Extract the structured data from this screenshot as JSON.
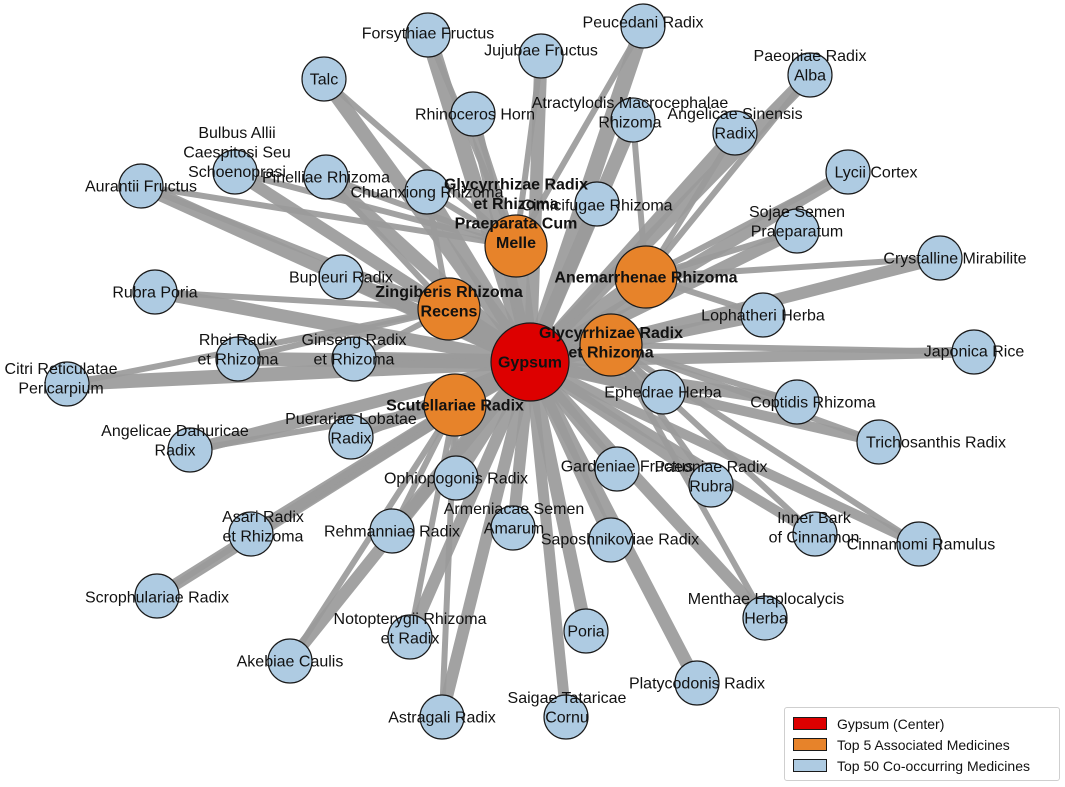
{
  "colors": {
    "center": "#dd0000",
    "top5": "#e7832a",
    "co": "#aecbe2",
    "edge": "#9b9b9b"
  },
  "center": {
    "name": "Gypsum"
  },
  "top5": [
    {
      "id": "glycyrrhizae-praeparata",
      "lines": [
        "Glycyrrhizae Radix",
        "et Rhizoma",
        "Praeparata Cum",
        "Melle"
      ]
    },
    {
      "id": "anemarrhenae",
      "lines": [
        "Anemarrhenae Rhizoma"
      ]
    },
    {
      "id": "zingiberis",
      "lines": [
        "Zingiberis Rhizoma",
        "Recens"
      ]
    },
    {
      "id": "glycyrrhizae",
      "lines": [
        "Glycyrrhizae Radix",
        "et Rhizoma"
      ]
    },
    {
      "id": "scutellariae",
      "lines": [
        "Scutellariae Radix"
      ]
    }
  ],
  "co_occurring": [
    {
      "id": "forsythiae",
      "lines": [
        "Forsythiae Fructus"
      ]
    },
    {
      "id": "peucedani",
      "lines": [
        "Peucedani Radix"
      ]
    },
    {
      "id": "jujubae",
      "lines": [
        "Jujubae Fructus"
      ]
    },
    {
      "id": "talc",
      "lines": [
        "Talc"
      ]
    },
    {
      "id": "paeoniae-alba",
      "lines": [
        "Paeoniae Radix",
        "Alba"
      ]
    },
    {
      "id": "rhinoceros",
      "lines": [
        "Rhinoceros Horn"
      ]
    },
    {
      "id": "atractylodis",
      "lines": [
        "Atractylodis Macrocephalae",
        "Rhizoma"
      ]
    },
    {
      "id": "angelicae-sinensis",
      "lines": [
        "Angelicae Sinensis",
        "Radix"
      ]
    },
    {
      "id": "bulbus-allii",
      "lines": [
        "Bulbus Allii",
        "Caespitosi Seu",
        "Schoenoprasi"
      ]
    },
    {
      "id": "pinelliae",
      "lines": [
        "Pinelliae Rhizoma"
      ]
    },
    {
      "id": "aurantii",
      "lines": [
        "Aurantii Fructus"
      ]
    },
    {
      "id": "lycii",
      "lines": [
        "Lycii Cortex"
      ]
    },
    {
      "id": "chuanxiong",
      "lines": [
        "Chuanxiong Rhizoma"
      ]
    },
    {
      "id": "cimicifugae",
      "lines": [
        "Cimicifugae Rhizoma"
      ]
    },
    {
      "id": "sojae",
      "lines": [
        "Sojae Semen",
        "Praeparatum"
      ]
    },
    {
      "id": "crystalline",
      "lines": [
        "Crystalline Mirabilite"
      ]
    },
    {
      "id": "rubra-poria",
      "lines": [
        "Rubra Poria"
      ]
    },
    {
      "id": "bupleuri",
      "lines": [
        "Bupleuri Radix"
      ]
    },
    {
      "id": "lophatheri",
      "lines": [
        "Lophatheri Herba"
      ]
    },
    {
      "id": "japonica",
      "lines": [
        "Japonica Rice"
      ]
    },
    {
      "id": "rhei",
      "lines": [
        "Rhei Radix",
        "et Rhizoma"
      ]
    },
    {
      "id": "ginseng",
      "lines": [
        "Ginseng Radix",
        "et Rhizoma"
      ]
    },
    {
      "id": "citri",
      "lines": [
        "Citri Reticulatae",
        "Pericarpium"
      ]
    },
    {
      "id": "ephedrae",
      "lines": [
        "Ephedrae Herba"
      ]
    },
    {
      "id": "coptidis",
      "lines": [
        "Coptidis Rhizoma"
      ]
    },
    {
      "id": "puerariae",
      "lines": [
        "Puerariae Lobatae",
        "Radix"
      ]
    },
    {
      "id": "angelicae-dahuricae",
      "lines": [
        "Angelicae Dahuricae",
        "Radix"
      ]
    },
    {
      "id": "trichosanthis",
      "lines": [
        "Trichosanthis Radix"
      ]
    },
    {
      "id": "gardeniae",
      "lines": [
        "Gardeniae Fructus"
      ]
    },
    {
      "id": "paeoniae-rubra",
      "lines": [
        "Paeoniae Radix",
        "Rubra"
      ]
    },
    {
      "id": "ophiopogonis",
      "lines": [
        "Ophiopogonis Radix"
      ]
    },
    {
      "id": "asari",
      "lines": [
        "Asari Radix",
        "et Rhizoma"
      ]
    },
    {
      "id": "armeniacae",
      "lines": [
        "Armeniacae Semen",
        "Amarum"
      ]
    },
    {
      "id": "rehmanniae",
      "lines": [
        "Rehmanniae Radix"
      ]
    },
    {
      "id": "inner-bark",
      "lines": [
        "Inner Bark",
        "of Cinnamon"
      ]
    },
    {
      "id": "cinnamomi",
      "lines": [
        "Cinnamomi Ramulus"
      ]
    },
    {
      "id": "saposhnikoviae",
      "lines": [
        "Saposhnikoviae Radix"
      ]
    },
    {
      "id": "scrophulariae",
      "lines": [
        "Scrophulariae Radix"
      ]
    },
    {
      "id": "menthae",
      "lines": [
        "Menthae Haplocalycis",
        "Herba"
      ]
    },
    {
      "id": "notopterygii",
      "lines": [
        "Notopterygii Rhizoma",
        "et Radix"
      ]
    },
    {
      "id": "poria",
      "lines": [
        "Poria"
      ]
    },
    {
      "id": "akebiae",
      "lines": [
        "Akebiae Caulis"
      ]
    },
    {
      "id": "platycodonis",
      "lines": [
        "Platycodonis Radix"
      ]
    },
    {
      "id": "saigae",
      "lines": [
        "Saigae Tataricae",
        "Cornu"
      ]
    },
    {
      "id": "astragali",
      "lines": [
        "Astragali Radix"
      ]
    }
  ],
  "legend": [
    {
      "label": "Gypsum (Center)",
      "color": "#dd0000"
    },
    {
      "label": "Top 5 Associated Medicines",
      "color": "#e7832a"
    },
    {
      "label": "Top 50 Co-occurring Medicines",
      "color": "#aecbe2"
    }
  ]
}
